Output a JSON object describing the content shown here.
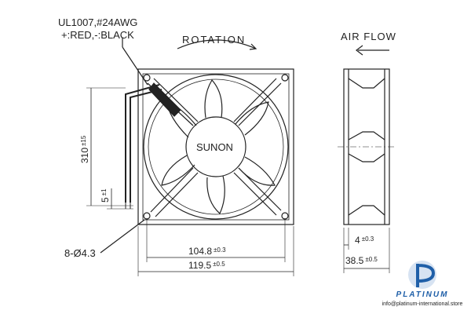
{
  "labels": {
    "wire_spec": "UL1007,#24AWG",
    "wire_colors": "+:RED,-:BLACK",
    "rotation": "ROTATION",
    "air_flow": "AIR FLOW",
    "brand_center": "SUNON",
    "holes": "8-Ø4.3"
  },
  "dimensions": {
    "lead_length": {
      "value": "310",
      "tol": "±15"
    },
    "strip_length": {
      "value": "5",
      "tol": "±1"
    },
    "hole_pitch": {
      "value": "104.8",
      "tol": "±0.3"
    },
    "frame_width": {
      "value": "119.5",
      "tol": "±0.5"
    },
    "flange": {
      "value": "4",
      "tol": "±0.3"
    },
    "depth": {
      "value": "38.5",
      "tol": "±0.5"
    }
  },
  "watermark": {
    "word": "PLATINUM",
    "email": "info@platinum-international.store",
    "accent": "#1f5fa8"
  },
  "colors": {
    "line": "#222222"
  }
}
